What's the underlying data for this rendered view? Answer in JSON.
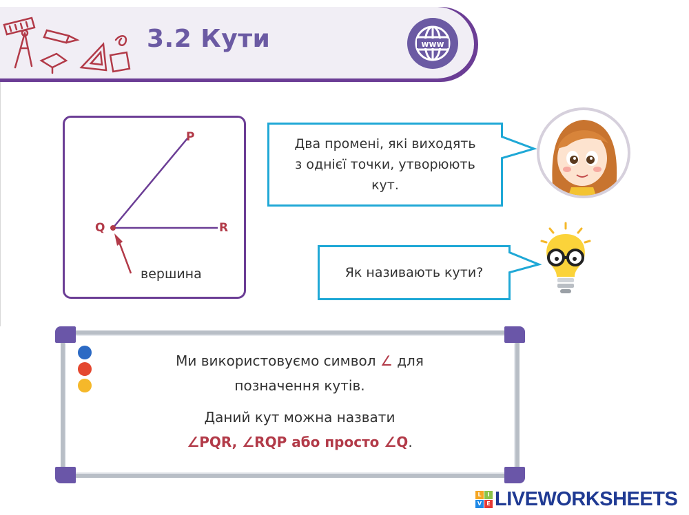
{
  "header": {
    "title": "3.2 Кути",
    "globe_label": "www",
    "accent": "#6b3d95"
  },
  "diagram": {
    "point_p": "P",
    "point_q": "Q",
    "point_r": "R",
    "vertex_label": "вершина"
  },
  "bubble1": {
    "line1": "Два промені, які виходять",
    "line2": "з однієї точки, утворюють",
    "line3": "кут."
  },
  "bubble2": {
    "text": "Як називають кути?"
  },
  "board": {
    "line1_before": "Ми використовуємо символ ",
    "line1_symbol": "∠",
    "line1_after": " для",
    "line2": "позначення кутів.",
    "line3": "Даний кут можна назвати",
    "line4_main": "∠PQR, ∠RQP або просто ∠Q",
    "line4_end": "."
  },
  "footer": {
    "logo_blocks": [
      "L",
      "I",
      "V",
      "E"
    ],
    "logo_text": "LIVEWORKSHEETS"
  },
  "colors": {
    "purple": "#6b3d95",
    "title": "#6b5aa3",
    "bubble_border": "#1fa8d6",
    "highlight": "#b23a48"
  }
}
